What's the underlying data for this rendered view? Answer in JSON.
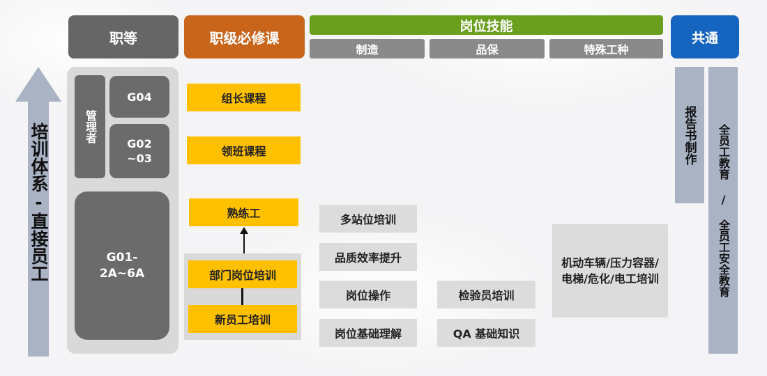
{
  "headers": {
    "rank": "职等",
    "mandatory": "职级必修课",
    "skills": "岗位技能",
    "common": "共通"
  },
  "skill_subheaders": [
    "制造",
    "品保",
    "特殊工种"
  ],
  "side_label": "培训体系-直接员工",
  "rank_panel": {
    "manager": "管理者",
    "g04": "G04",
    "g02_line1": "G02",
    "g02_line2": "~03",
    "g01_line1": "G01-",
    "g01_line2": "2A~6A"
  },
  "mandatory_courses": {
    "leader": "组长课程",
    "shift_lead": "领班课程",
    "skilled": "熟练工",
    "dept_training": "部门岗位培训",
    "new_hire": "新员工培训"
  },
  "manufacturing": [
    "多站位培训",
    "品质效率提升",
    "岗位操作",
    "岗位基础理解"
  ],
  "quality": [
    "检验员培训",
    "QA 基础知识"
  ],
  "special": "机动车辆/压力容器/电梯/危化/电工培训",
  "common_items": {
    "report": "报告书制作",
    "all_staff": "全员工教育 / 全员工安全教育"
  },
  "colors": {
    "gray_header": "#666666",
    "orange_header": "#c8651b",
    "green_header": "#6a9f1e",
    "blue_header": "#1565c0",
    "yellow_box": "#ffc000",
    "common_column": "#a9b3c4"
  }
}
